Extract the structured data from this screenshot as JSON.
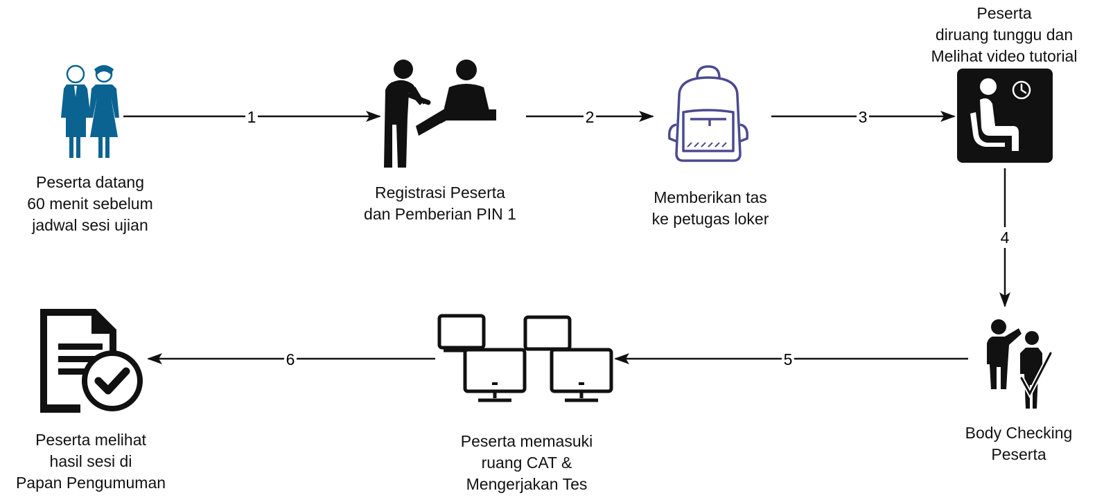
{
  "steps": [
    {
      "id": "arrive",
      "lines": [
        "Peserta datang",
        "60 menit sebelum",
        "jadwal sesi ujian"
      ],
      "icon": "people-couple-icon"
    },
    {
      "id": "register",
      "lines": [
        "Registrasi Peserta",
        "dan Pemberian PIN 1"
      ],
      "icon": "registration-desk-icon"
    },
    {
      "id": "locker",
      "lines": [
        "Memberikan tas",
        "ke petugas loker"
      ],
      "icon": "backpack-icon"
    },
    {
      "id": "waiting",
      "lines": [
        "Peserta",
        "diruang tunggu dan",
        "Melihat video tutorial"
      ],
      "icon": "waiting-room-icon"
    },
    {
      "id": "checking",
      "lines": [
        "Body Checking",
        "Peserta"
      ],
      "icon": "body-check-icon"
    },
    {
      "id": "cat",
      "lines": [
        "Peserta memasuki",
        "ruang CAT &",
        "Mengerjakan Tes"
      ],
      "icon": "computers-icon"
    },
    {
      "id": "result",
      "lines": [
        "Peserta melihat",
        "hasil sesi di",
        "Papan Pengumuman"
      ],
      "icon": "document-check-icon"
    }
  ],
  "arrows": [
    {
      "label": "1",
      "from": "arrive",
      "to": "register"
    },
    {
      "label": "2",
      "from": "register",
      "to": "locker"
    },
    {
      "label": "3",
      "from": "locker",
      "to": "waiting"
    },
    {
      "label": "4",
      "from": "waiting",
      "to": "checking"
    },
    {
      "label": "5",
      "from": "checking",
      "to": "cat"
    },
    {
      "label": "6",
      "from": "cat",
      "to": "result"
    }
  ],
  "colors": {
    "people": "#0b6391",
    "backpack": "#4b4a8f",
    "ink": "#111111"
  }
}
